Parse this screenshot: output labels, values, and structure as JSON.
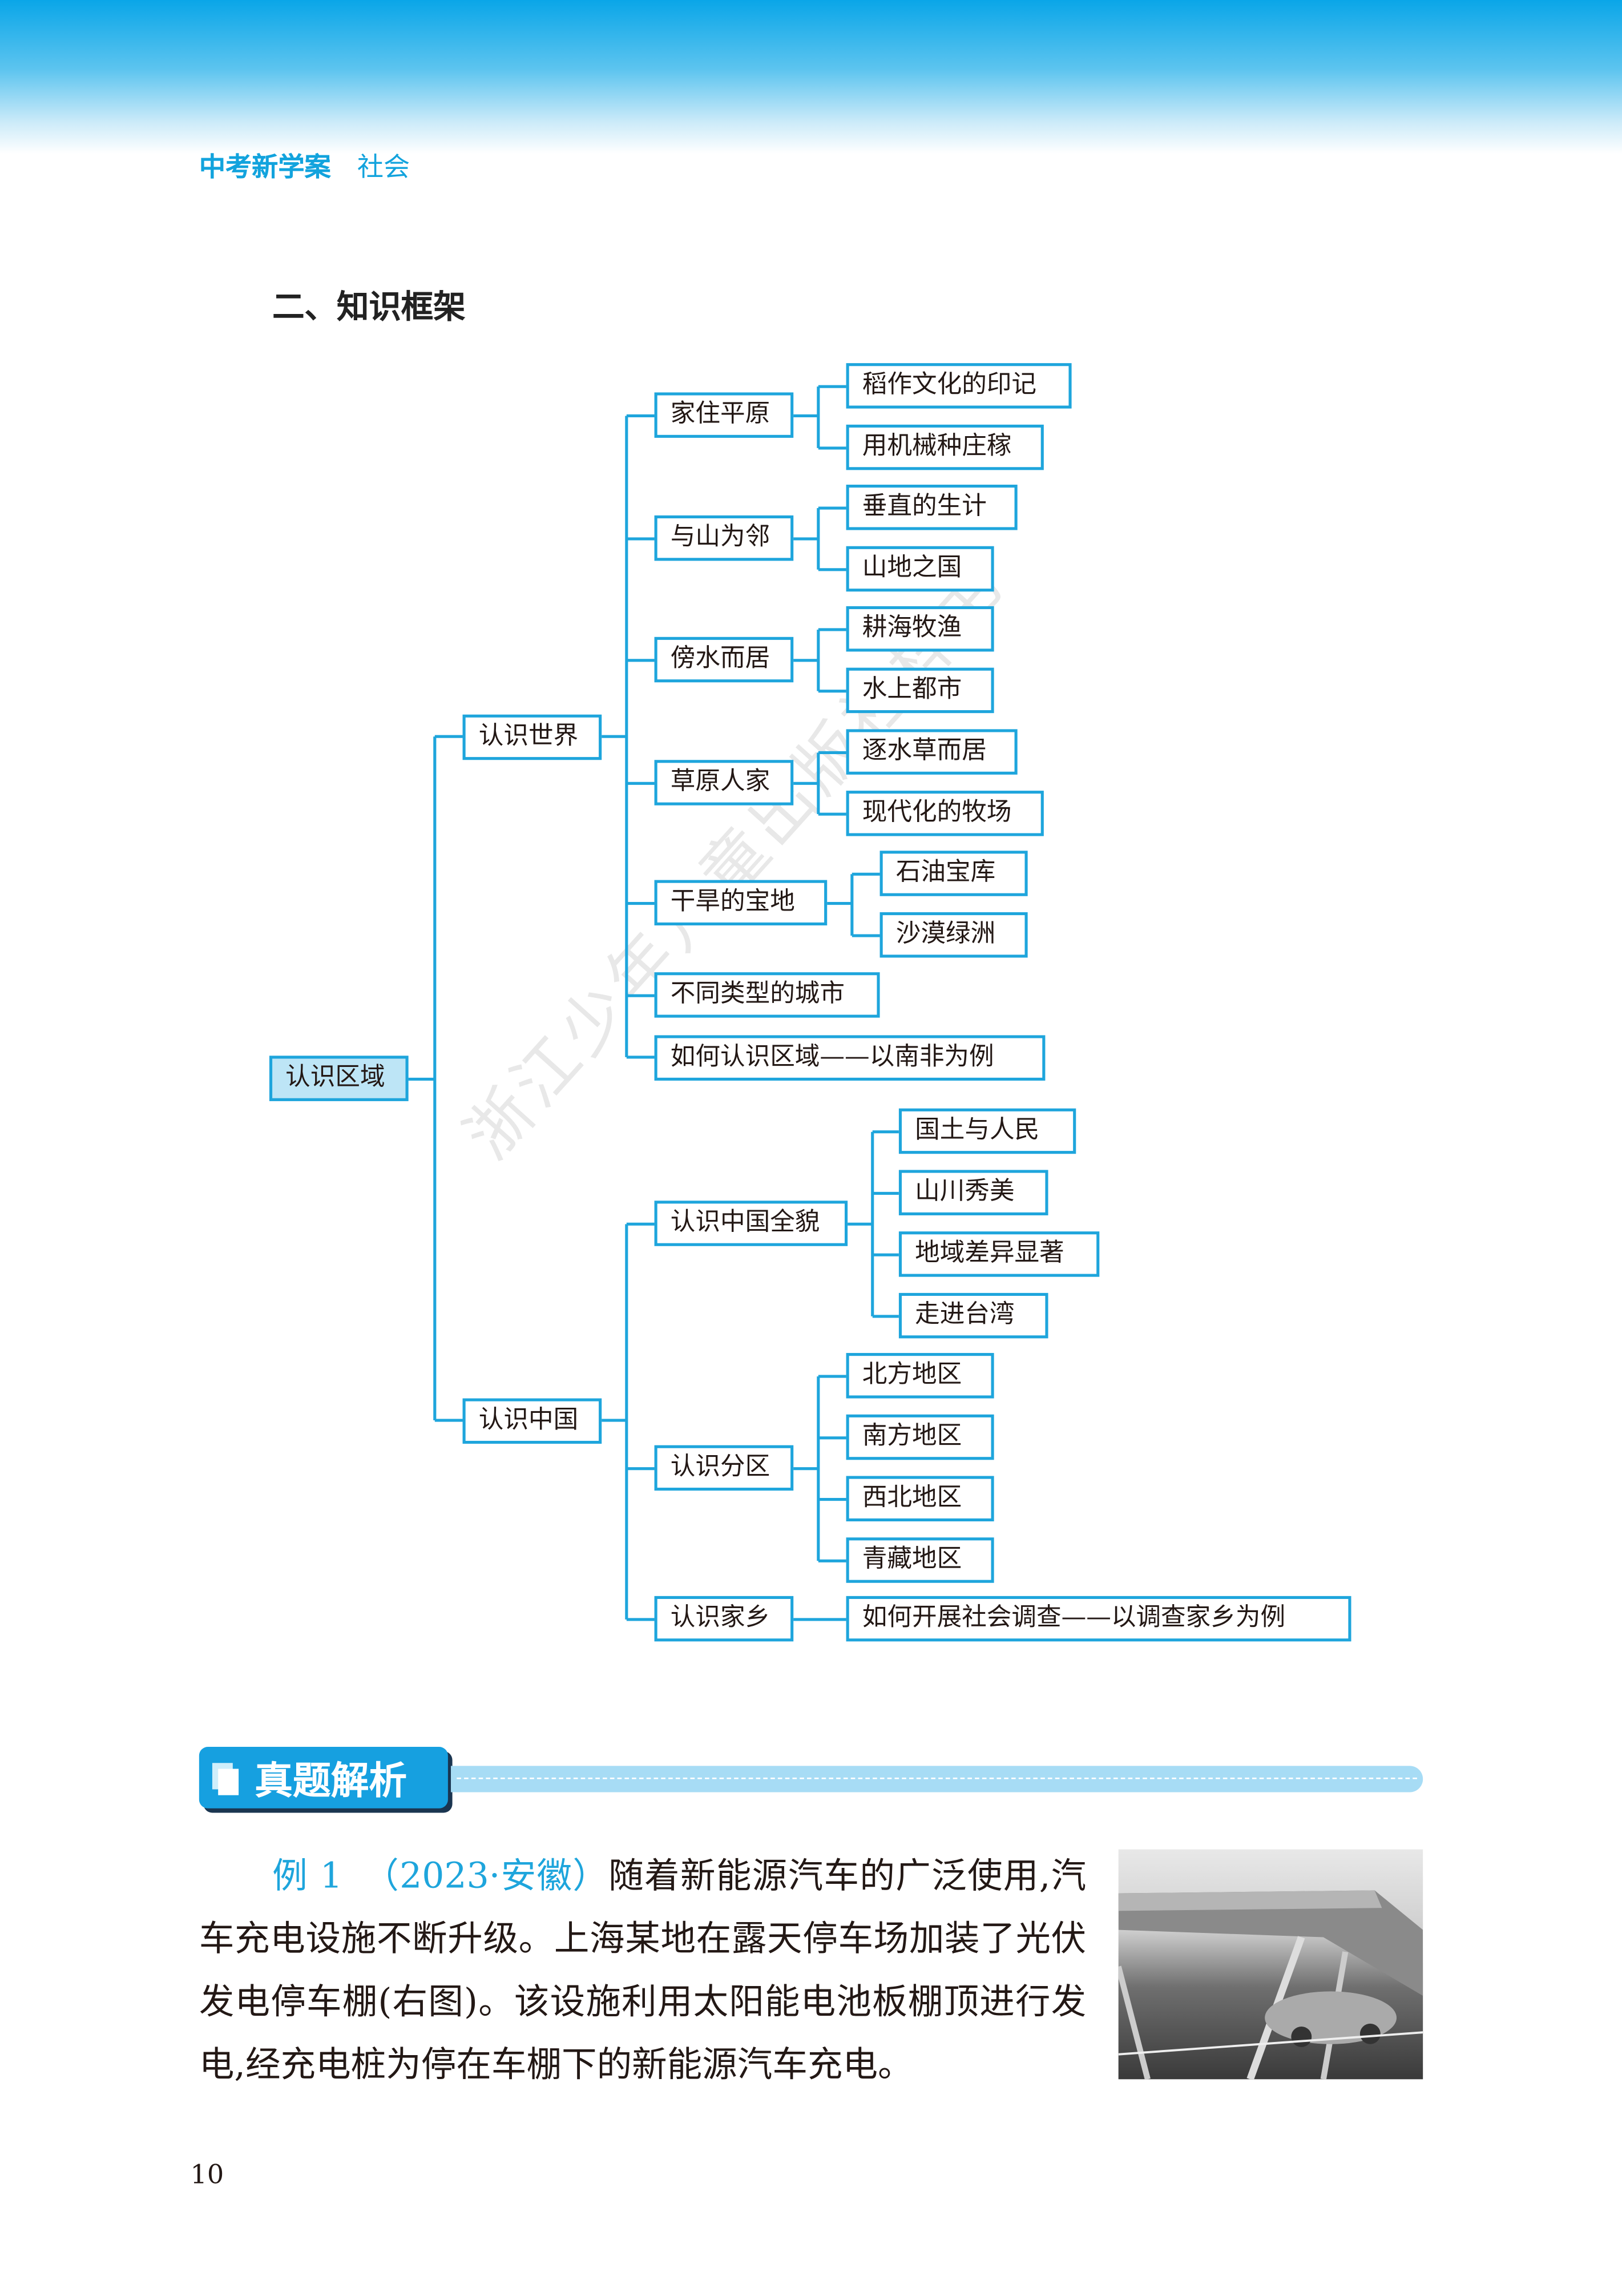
{
  "header": {
    "series": "中考新学案",
    "subject": "社会"
  },
  "section_title": "二、知识框架",
  "watermark": "浙江少年儿童出版社样书",
  "mindmap": {
    "root": "认识区域",
    "world": {
      "label": "认识世界",
      "children": [
        {
          "label": "家住平原",
          "children": [
            "稻作文化的印记",
            "用机械种庄稼"
          ]
        },
        {
          "label": "与山为邻",
          "children": [
            "垂直的生计",
            "山地之国"
          ]
        },
        {
          "label": "傍水而居",
          "children": [
            "耕海牧渔",
            "水上都市"
          ]
        },
        {
          "label": "草原人家",
          "children": [
            "逐水草而居",
            "现代化的牧场"
          ]
        },
        {
          "label": "干旱的宝地",
          "children": [
            "石油宝库",
            "沙漠绿洲"
          ]
        },
        {
          "label": "不同类型的城市"
        },
        {
          "label": "如何认识区域——以南非为例"
        }
      ]
    },
    "china": {
      "label": "认识中国",
      "children": [
        {
          "label": "认识中国全貌",
          "children": [
            "国土与人民",
            "山川秀美",
            "地域差异显著",
            "走进台湾"
          ]
        },
        {
          "label": "认识分区",
          "children": [
            "北方地区",
            "南方地区",
            "西北地区",
            "青藏地区"
          ]
        },
        {
          "label": "认识家乡",
          "children": [
            "如何开展社会调查——以调查家乡为例"
          ]
        }
      ]
    }
  },
  "banner": {
    "label": "真题解析"
  },
  "example": {
    "tag": "例 1",
    "source": "（2023·安徽）",
    "text": "随着新能源汽车的广泛使用,汽车充电设施不断升级。上海某地在露天停车场加装了光伏发电停车棚(右图)。该设施利用太阳能电池板棚顶进行发电,经充电桩为停在车棚下的新能源汽车充电。"
  },
  "page_number": "10",
  "colors": {
    "accent": "#1ea5dc",
    "banner": "#16a0e0",
    "root_fill": "#bde5f6"
  }
}
